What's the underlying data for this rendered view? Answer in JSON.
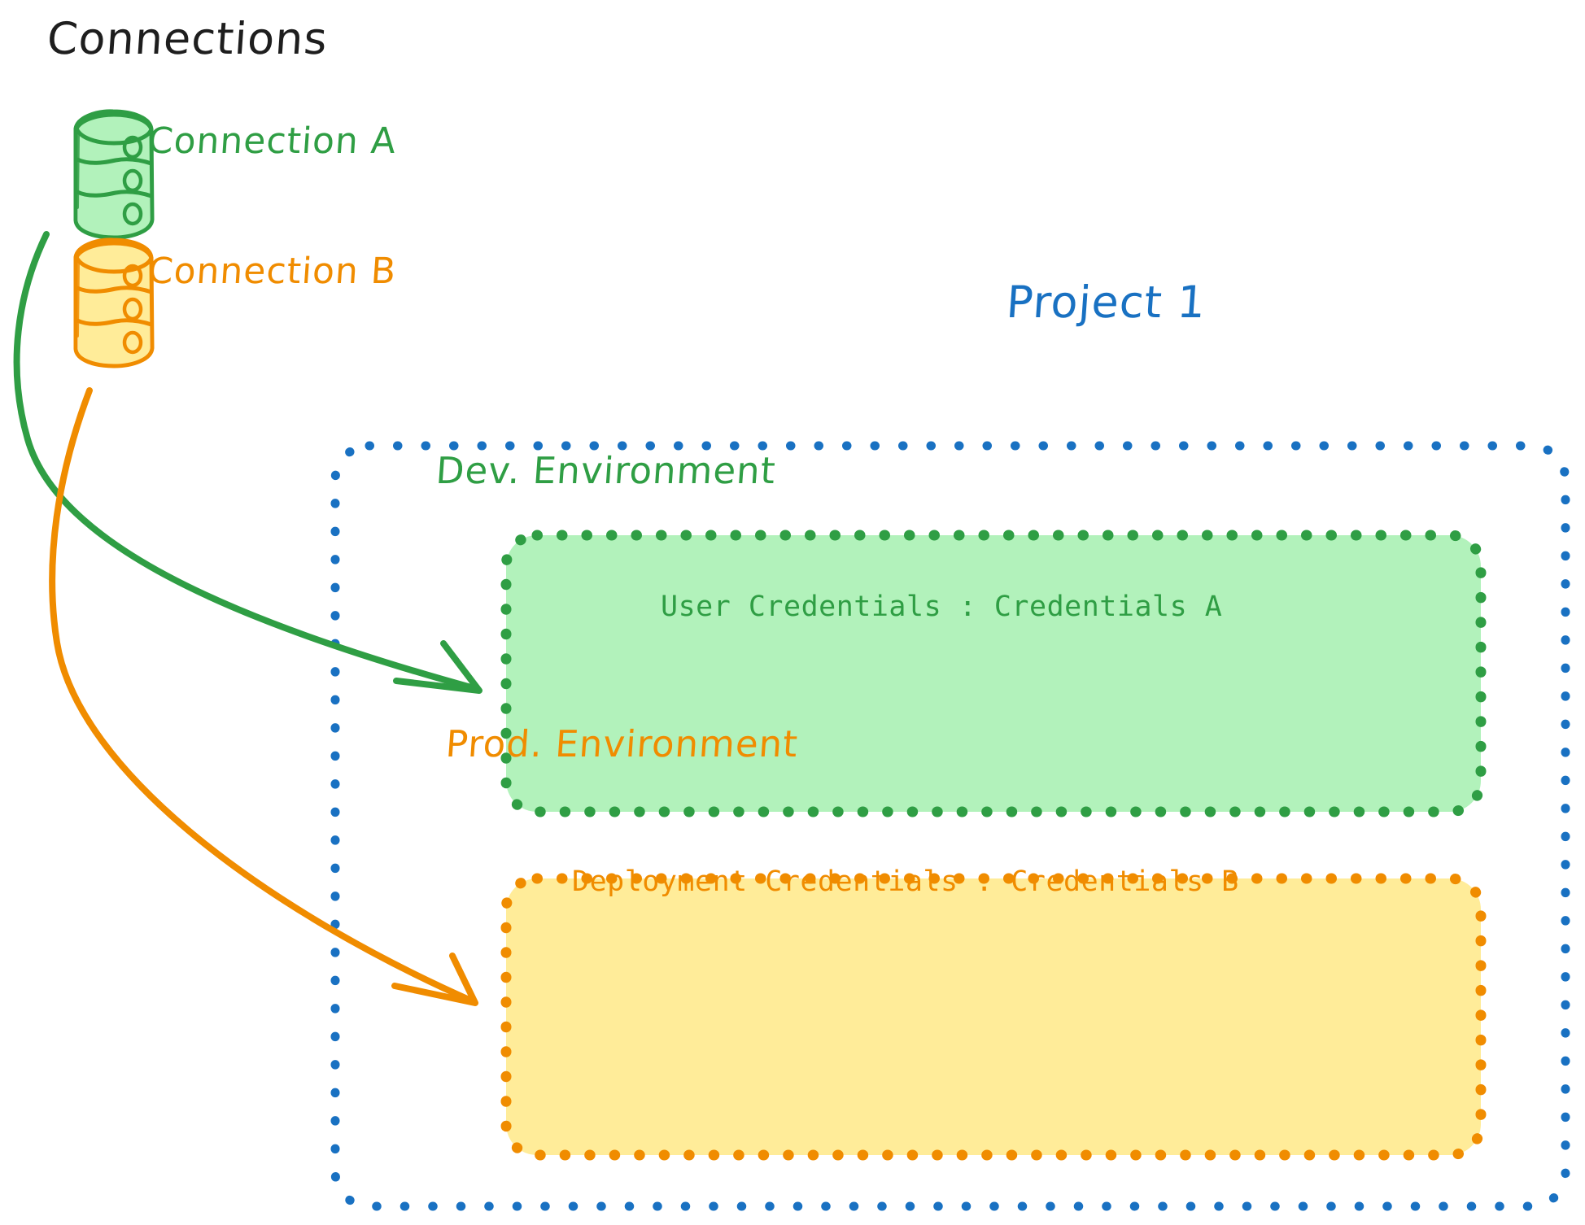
{
  "diagram": {
    "title": "Connections",
    "colors": {
      "green_stroke": "#2f9e44",
      "green_fill": "#b2f2bb",
      "orange_stroke": "#f08c00",
      "orange_fill": "#ffec99",
      "blue_stroke": "#1971c2",
      "title_color": "#1e1e1e",
      "background": "#ffffff"
    },
    "connections": [
      {
        "id": "connection-a",
        "label": "Connection A",
        "icon": "database-cylinder-icon",
        "color": "#2f9e44"
      },
      {
        "id": "connection-b",
        "label": "Connection B",
        "icon": "database-cylinder-icon",
        "color": "#f08c00"
      }
    ],
    "project": {
      "label": "Project 1",
      "environments": [
        {
          "id": "dev-environment",
          "title": "Dev. Environment",
          "credential_label": "User Credentials : Credentials A",
          "color": "#2f9e44"
        },
        {
          "id": "prod-environment",
          "title": "Prod. Environment",
          "credential_label": "Deployment Credentials : Credentials B",
          "color": "#f08c00"
        }
      ]
    },
    "arrows": [
      {
        "id": "arrow-connection-a-to-dev",
        "from": "connection-a",
        "to": "dev-environment",
        "color": "#2f9e44"
      },
      {
        "id": "arrow-connection-b-to-prod",
        "from": "connection-b",
        "to": "prod-environment",
        "color": "#f08c00"
      }
    ]
  }
}
